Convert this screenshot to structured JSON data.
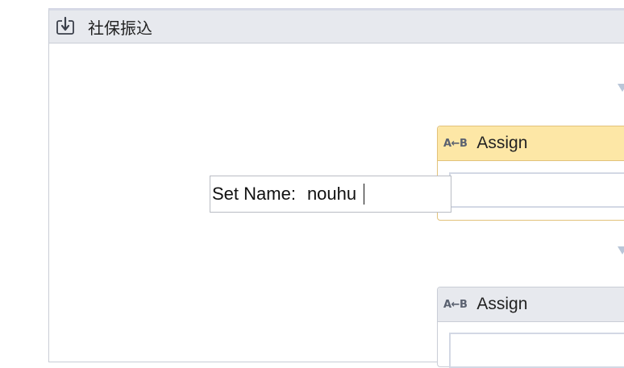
{
  "sequence": {
    "title": "社保振込",
    "icon": "sequence-icon"
  },
  "activities": [
    {
      "icon_text": "A←B",
      "title": "Assign",
      "icon": "assign-icon"
    },
    {
      "icon_text": "A←B",
      "title": "Assign",
      "icon": "assign-icon"
    }
  ],
  "rename": {
    "label": "Set Name:",
    "value": "nouhu"
  },
  "colors": {
    "selected_header": "#fde7a6",
    "selected_border": "#e2c27a",
    "header_bg": "#e7e9ee",
    "border": "#c9cdd6",
    "arrow": "#b9c6d8"
  }
}
